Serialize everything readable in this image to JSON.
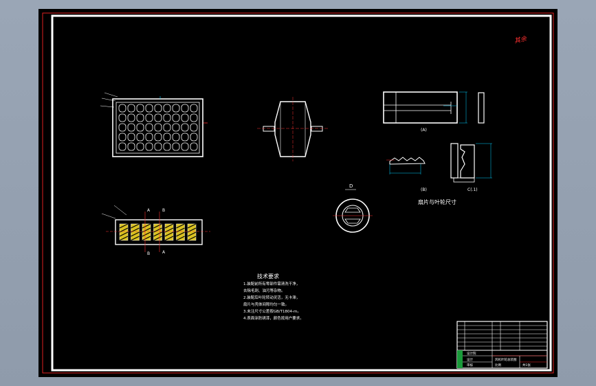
{
  "drawing": {
    "corner_mark": "其余",
    "view_labels": {
      "section_a_top": "A",
      "section_b_top": "B",
      "section_a_bottom": "A",
      "section_b_bottom": "B",
      "view_a": "(A)",
      "view_b": "(B)",
      "view_cc": "C(.1)",
      "view_d": "D"
    },
    "detail_caption": "扇片与叶轮尺寸",
    "tech_requirements": {
      "title": "技术要求",
      "lines": [
        "1.装配前所有零部件需清洗干净，",
        "去除毛刺、油污等杂物。",
        "2.装配后叶轮转动灵活，无卡滞，",
        "扇片与壳体间隙均匀一致。",
        "3.未注尺寸公差按GB/T1804-m。",
        "4.表面涂防锈漆，颜色按用户要求。"
      ]
    },
    "title_block": {
      "drawing_title": "风机叶轮总装图",
      "school": "设计院",
      "designer_label": "设计",
      "checker_label": "审核",
      "scale_label": "比例",
      "sheet_label": "共1张"
    }
  }
}
